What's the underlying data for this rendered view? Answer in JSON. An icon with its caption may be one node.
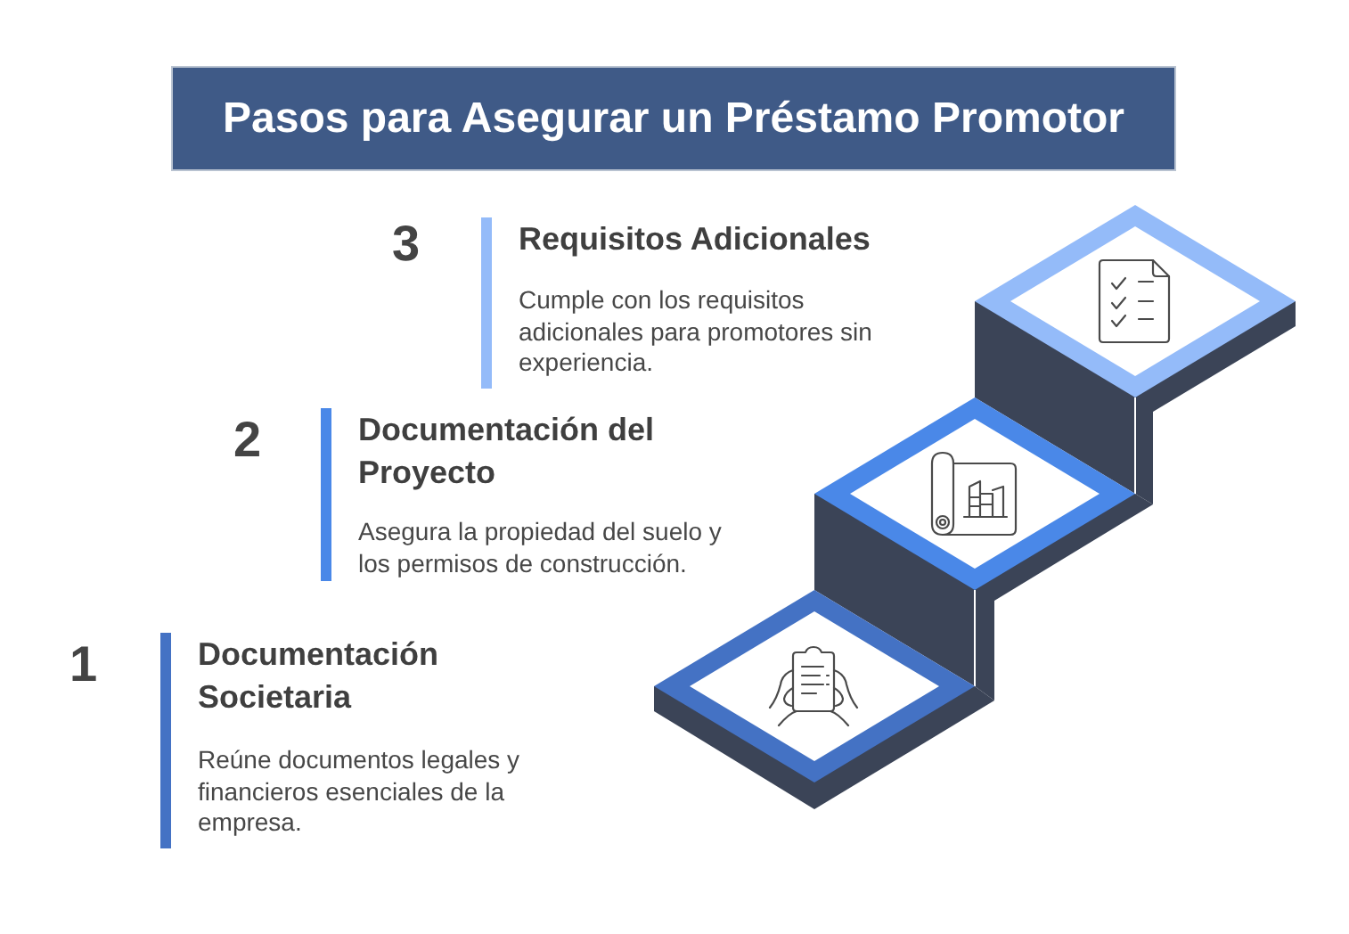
{
  "diagram": {
    "title": "Pasos para Asegurar un Préstamo Promotor",
    "nodes": [
      {
        "text": [
          "Requisitos Adicionales",
          "Cumple con los requisitos adicionales para promotores sin experiencia."
        ],
        "beside": [
          "3"
        ]
      },
      {
        "text": [
          "Documentación del Proyecto",
          "Asegura la propiedad del suelo y los permisos de construcción."
        ],
        "beside": [
          "2"
        ]
      },
      {
        "text": [
          "Documentación Societaria",
          "Reúne documentos legales y financieros esenciales de la empresa."
        ],
        "beside": [
          "1"
        ]
      }
    ]
  }
}
